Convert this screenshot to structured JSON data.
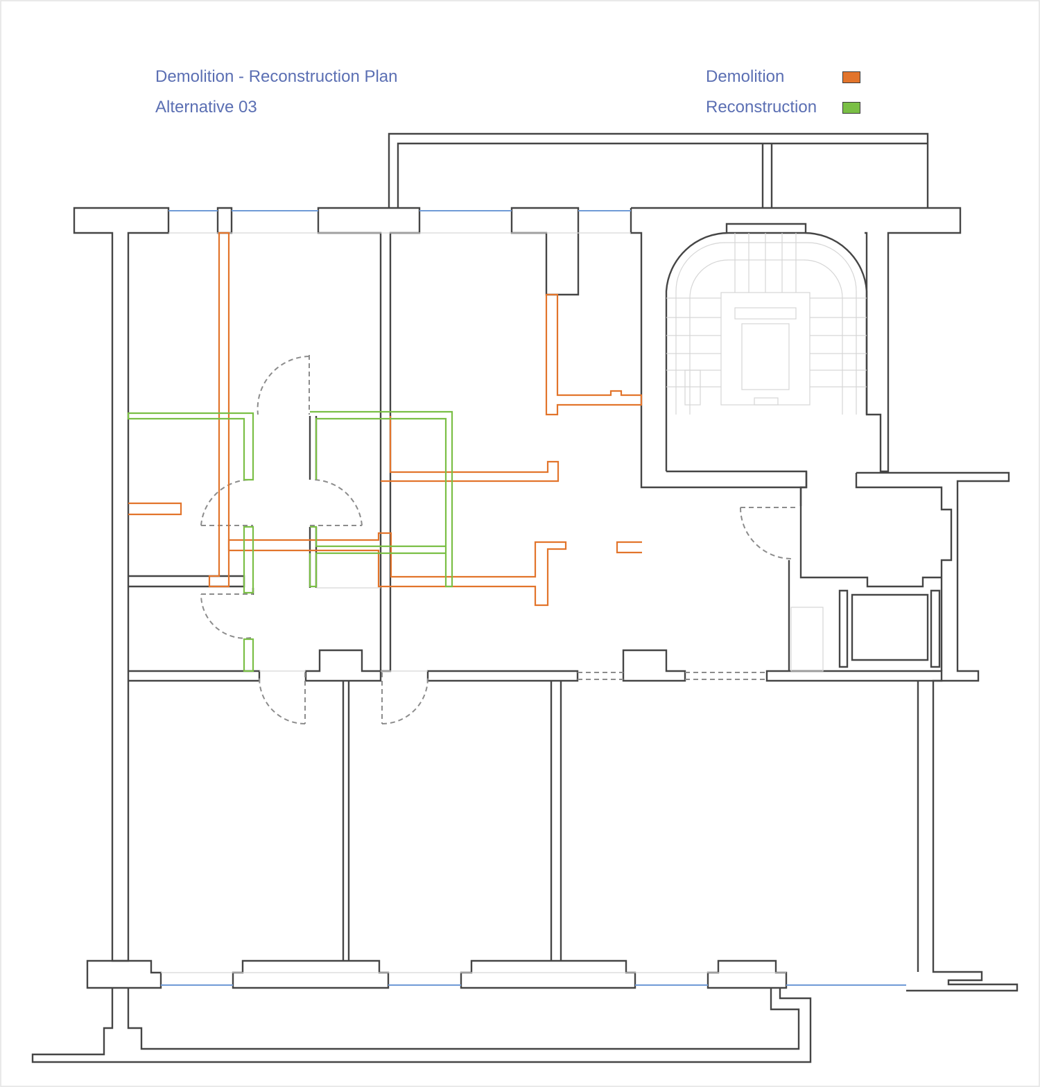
{
  "header": {
    "title": "Demolition - Reconstruction Plan",
    "subtitle": "Alternative 03"
  },
  "legend": [
    {
      "label": "Demolition",
      "color": "#e2742b"
    },
    {
      "label": "Reconstruction",
      "color": "#7abf45"
    }
  ],
  "colors": {
    "wall": "#454545",
    "window": "#6f9ad6",
    "door": "#8c8c8c",
    "text": "#5b6fb3"
  }
}
